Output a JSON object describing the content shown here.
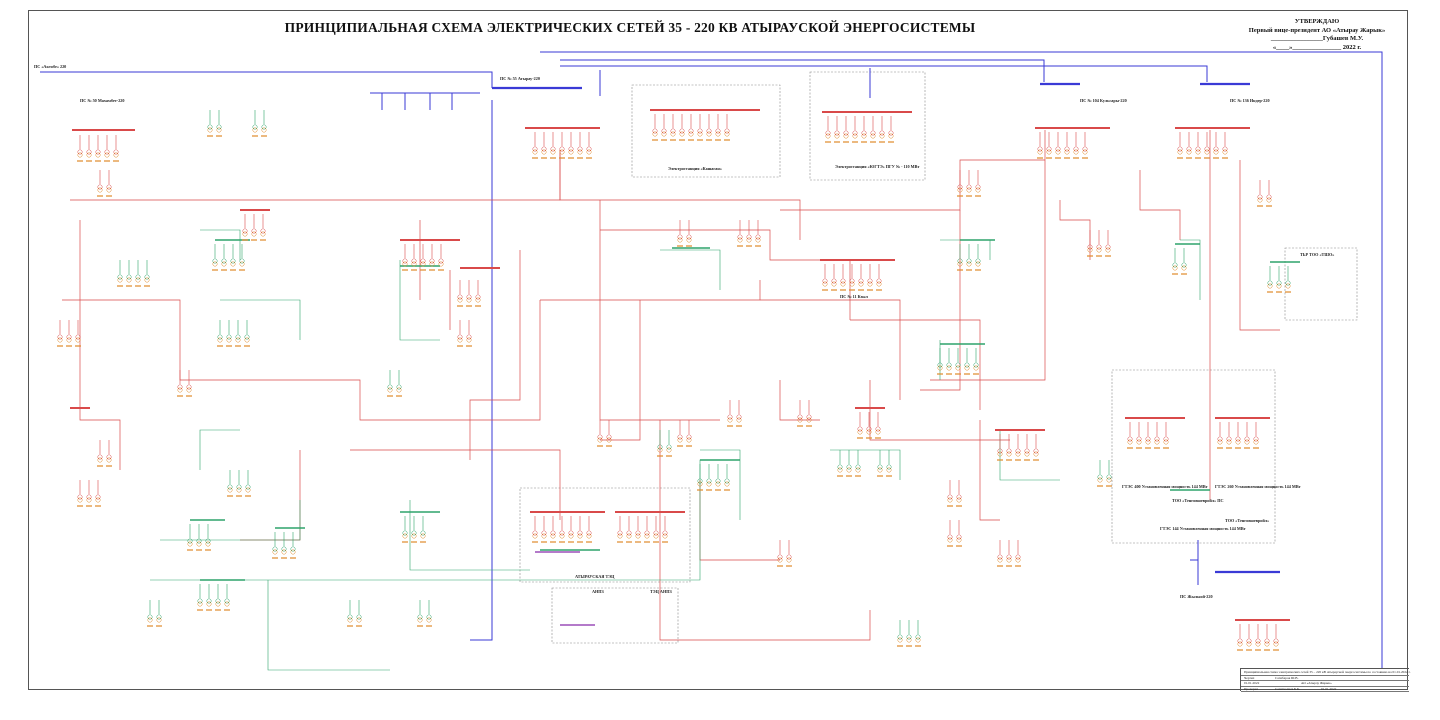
{
  "document": {
    "title": "ПРИНЦИПИАЛЬНАЯ СХЕМА ЭЛЕКТРИЧЕСКИХ СЕТЕЙ  35 - 220 КВ АТЫРАУСКОЙ ЭНЕРГОСИСТЕМЫ"
  },
  "approval": {
    "line1": "УТВЕРЖДАЮ",
    "line2": "Первый вице-президент АО «Атырау Жарык»",
    "line3": "________________Губашев М.У.",
    "line4": "«____»_______________ 2022 г."
  },
  "substations": {
    "ps220_atyrau": "ПС № 55 Атырау-220",
    "ps220_kulsary": "ПС № 104 Кульсары-220",
    "ps220_inder": "ПС № 136 Индер-220",
    "ps220_zhylyoi": "ПС Жылыой-220",
    "ps_makhambet": "ПС № 50 Махамбет-220",
    "ps_kzyl": "ПС № 11 Кзыл",
    "es_ggtu": "Электростанция «ЮГТЭ» ПГУ № - 110 МВт",
    "es_kashagan": "Электростанция «Кашаган»",
    "atyrau_tec": "АТЫРАУСКАЯ ТЭЦ",
    "anpz": "АНПЗ",
    "tse_anpz": "ТЭЦ АНПЗ",
    "tengiz_block": "ГТЭС 400 Установленная мощность 144 МВт",
    "tengiz_block2": "ГТЭС 260 Установленная мощность 144 МВт",
    "tengiz_block3": "ГТЭС 144 Установленная мощность 144 МВт",
    "tco": "ТОО «Тенгизшевройл»",
    "tco_ps": "ТОО «Тенгизшевройл» ПС",
    "kpo": "ТЬР ТОО «ТШО»",
    "aktobe_link": "ПС «Актобе» 220"
  },
  "stamp": {
    "doc_title": "Принципиальная схема электрических сетей 35 – 220 кВ Атырауской энергосистемы по состоянию на 01.01.2022 г.",
    "role1": "Чертил",
    "name1": "Сагибаров Ш.В.",
    "role2": "Проверил",
    "name2": "Сагиткалиев Б.К.",
    "date1": "01.01.2022",
    "date2": "01.01.2022",
    "org": "АО «Атырау Жарык»"
  },
  "legend_colors": {
    "v220": "#3a3ad6",
    "v110": "#d94a4a",
    "v35": "#2fa36b",
    "v10": "#e08a2a",
    "v6": "#9b4fb8",
    "neutral": "#666666"
  }
}
